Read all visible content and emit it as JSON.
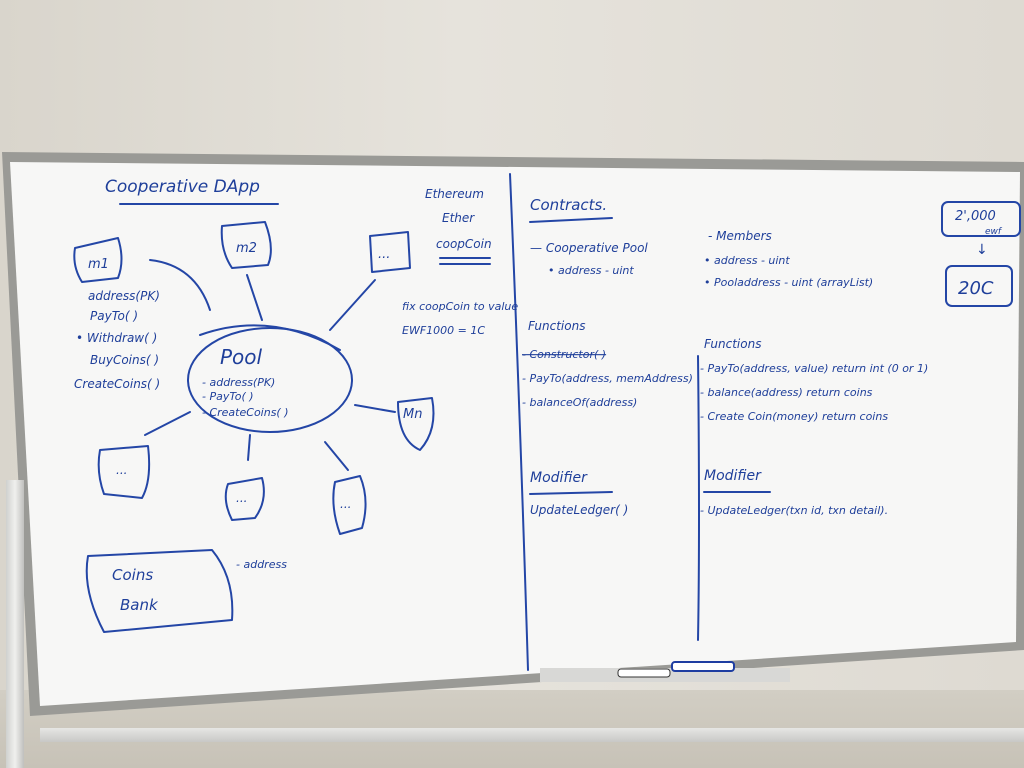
{
  "left": {
    "title": "Cooperative DApp",
    "m1": "m1",
    "m2": "m2",
    "mn": "Mn",
    "dots": "...",
    "m1_notes": [
      "address(PK)",
      "PayTo( )",
      "• Withdraw( )",
      "BuyCoins( )",
      "CreateCoins( )"
    ],
    "pool_title": "Pool",
    "pool_items": [
      "- address(PK)",
      "- PayTo( )",
      "- CreateCoins( )"
    ],
    "bank_line1": "Coins",
    "bank_line2": "Bank",
    "bank_note": "- address"
  },
  "middle_top": {
    "ethereum": "Ethereum",
    "ether": "Ether",
    "coopcoin": "coopCoin",
    "fix_line1": "fix coopCoin to value",
    "fix_line2": "EWF1000 = 1C"
  },
  "contracts": {
    "heading": "Contracts.",
    "pool_line": "— Cooperative Pool",
    "pool_sub": "• address - uint",
    "functions_heading": "Functions",
    "functions_items": [
      "- Constructor( )",
      "- PayTo(address, memAddress)",
      "- balanceOf(address)"
    ],
    "modifier_heading": "Modifier",
    "modifier_item": "UpdateLedger( )"
  },
  "members": {
    "heading": "- Members",
    "items": [
      "• address - uint",
      "• Pooladdress - uint  (arrayList)"
    ],
    "functions_heading": "Functions",
    "functions_items": [
      "- PayTo(address, value) return int (0 or 1)",
      "- balance(address) return coins",
      "- Create Coin(money) return coins"
    ],
    "modifier_heading": "Modifier",
    "modifier_item": "- UpdateLedger(txn id, txn detail)."
  },
  "corner": {
    "amount": "2',000",
    "unit": "ewf",
    "arrow": "↓",
    "result": "20C"
  }
}
